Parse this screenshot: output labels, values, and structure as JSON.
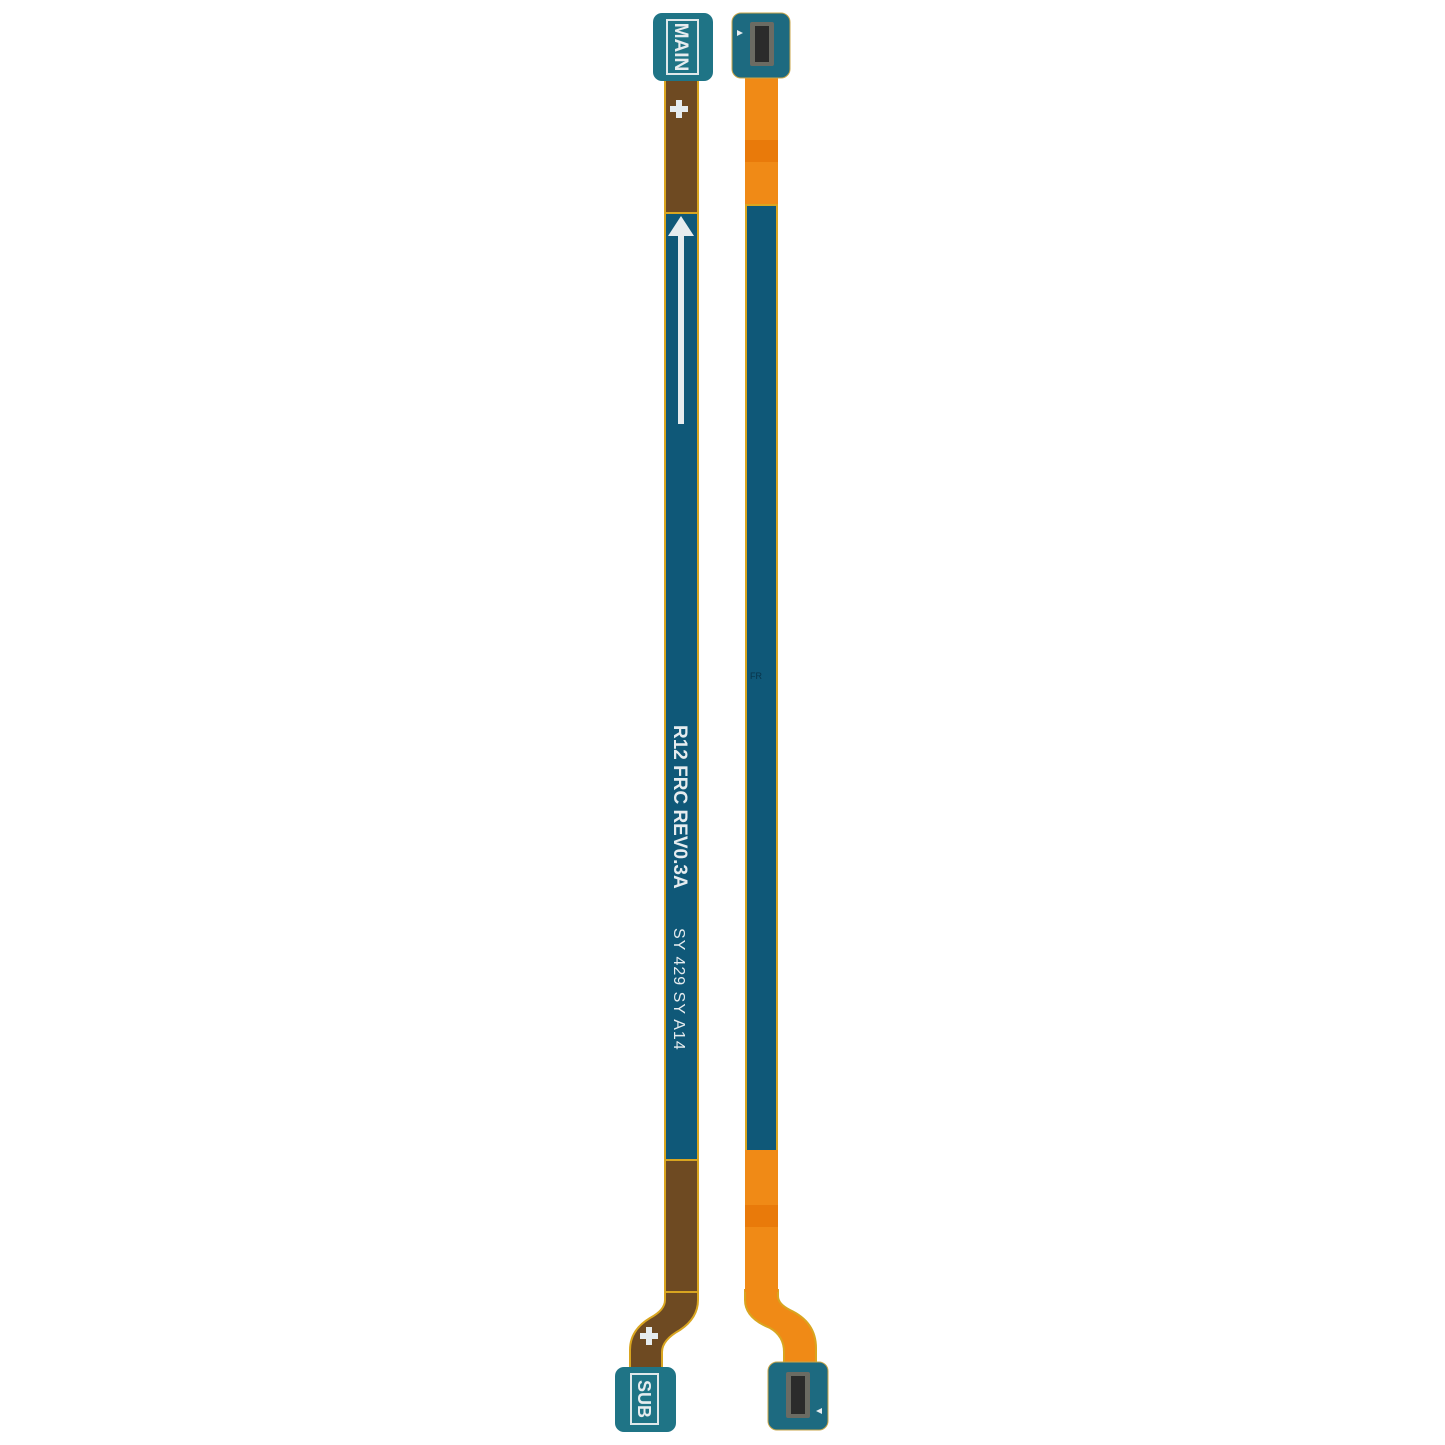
{
  "left_cable": {
    "top_pad_label": "MAIN",
    "bottom_pad_label": "SUB",
    "print_main": "R12 FRC REV0.3A",
    "print_secondary": "SY 429 SY A14"
  },
  "right_cable": {
    "marking": "FR"
  },
  "colors": {
    "background": "#ffffff",
    "cable_blue": "#0f5878",
    "pad_teal": "#1f7486",
    "cable_brown": "#6e4a22",
    "cable_orange": "#f08a16",
    "edge_gold": "#d9a520"
  }
}
